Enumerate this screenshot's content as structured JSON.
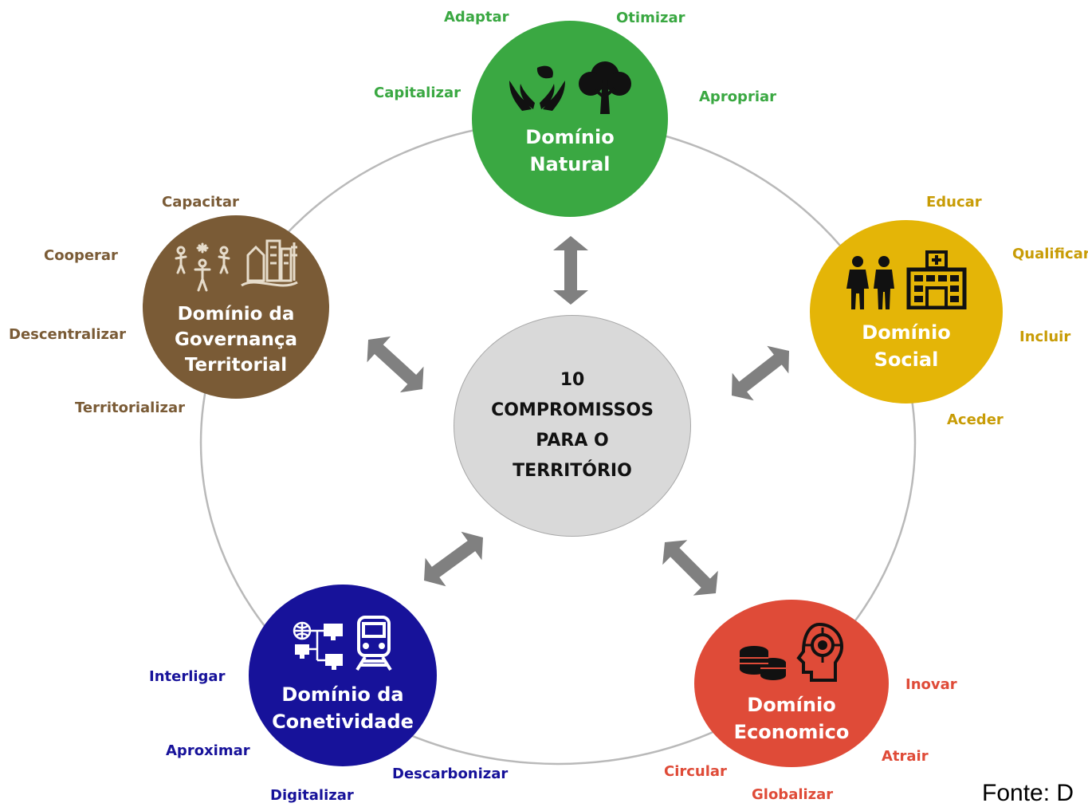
{
  "center": {
    "text": "10\nCOMPROMISSOS\nPARA O\nTERRITÓRIO"
  },
  "domains": {
    "natural": {
      "title": "Domínio\nNatural",
      "color": "#3aa842",
      "icons": [
        "hands-leaf-icon",
        "tree-icon"
      ],
      "verbs": [
        "Adaptar",
        "Otimizar",
        "Capitalizar",
        "Apropriar"
      ]
    },
    "social": {
      "title": "Domínio\nSocial",
      "color": "#e4b507",
      "icons": [
        "people-icon",
        "hospital-icon"
      ],
      "verbs": [
        "Educar",
        "Qualificar",
        "Incluir",
        "Aceder"
      ]
    },
    "governanca": {
      "title": "Domínio da\nGovernança\nTerritorial",
      "color": "#7a5b36",
      "icons": [
        "community-icon",
        "city-icon"
      ],
      "verbs": [
        "Capacitar",
        "Cooperar",
        "Descentralizar",
        "Territorializar"
      ]
    },
    "conetividade": {
      "title": "Domínio da\nConetividade",
      "color": "#17129a",
      "icons": [
        "network-icon",
        "train-icon"
      ],
      "verbs": [
        "Interligar",
        "Aproximar",
        "Digitalizar",
        "Descarbonizar"
      ]
    },
    "economico": {
      "title": "Domínio\nEconomico",
      "color": "#df4b38",
      "icons": [
        "coins-icon",
        "ai-head-icon"
      ],
      "verbs": [
        "Inovar",
        "Atrair",
        "Circular",
        "Globalizar"
      ]
    }
  },
  "source": "Fonte: D"
}
